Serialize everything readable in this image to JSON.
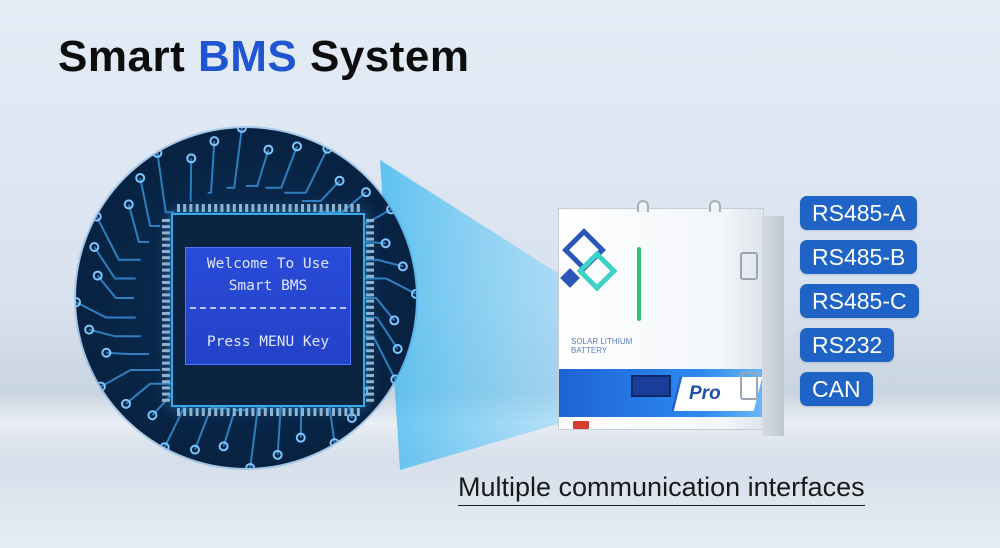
{
  "headline": {
    "word1": "Smart",
    "word2": "BMS",
    "word3": "System"
  },
  "lcd": {
    "line1": "Welcome To Use",
    "line2": "Smart BMS",
    "line3": "Press MENU Key"
  },
  "battery": {
    "badge": "Pro",
    "label": "SOLAR LITHIUM BATTERY"
  },
  "interfaces": [
    "RS485-A",
    "RS485-B",
    "RS485-C",
    "RS232",
    "CAN"
  ],
  "caption": "Multiple communication interfaces",
  "colors": {
    "accent_blue": "#1f55d0",
    "badge_blue": "#1f63c6",
    "lcd_blue": "#2342c8",
    "chip_navy": "#082546"
  },
  "icons": [
    "chip-circuit-graphic",
    "battery-product-image"
  ]
}
